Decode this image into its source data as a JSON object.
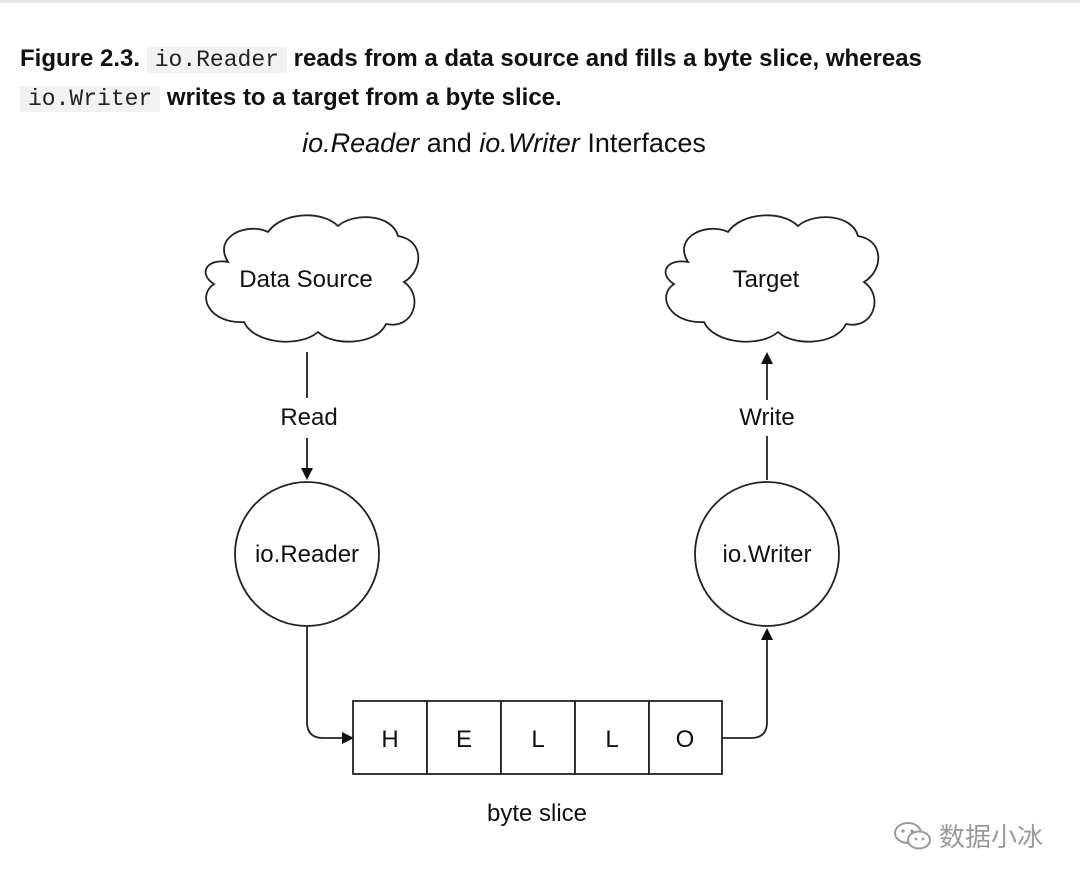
{
  "caption": {
    "figure_label": "Figure 2.3.",
    "reader_code": "io.Reader",
    "text_1": "reads from a data source and fills a byte slice, whereas",
    "writer_code": "io.Writer",
    "text_2": "writes to a target from a byte slice."
  },
  "diagram": {
    "title_reader": "io.Reader",
    "title_and": "and",
    "title_writer": "io.Writer",
    "title_interfaces": "Interfaces",
    "source_label": "Data Source",
    "target_label": "Target",
    "read_label": "Read",
    "write_label": "Write",
    "reader_node": "io.Reader",
    "writer_node": "io.Writer",
    "bytes": [
      "H",
      "E",
      "L",
      "L",
      "O"
    ],
    "slice_label": "byte slice"
  },
  "watermark": {
    "text": "数据小冰",
    "icon": "wechat-icon"
  }
}
